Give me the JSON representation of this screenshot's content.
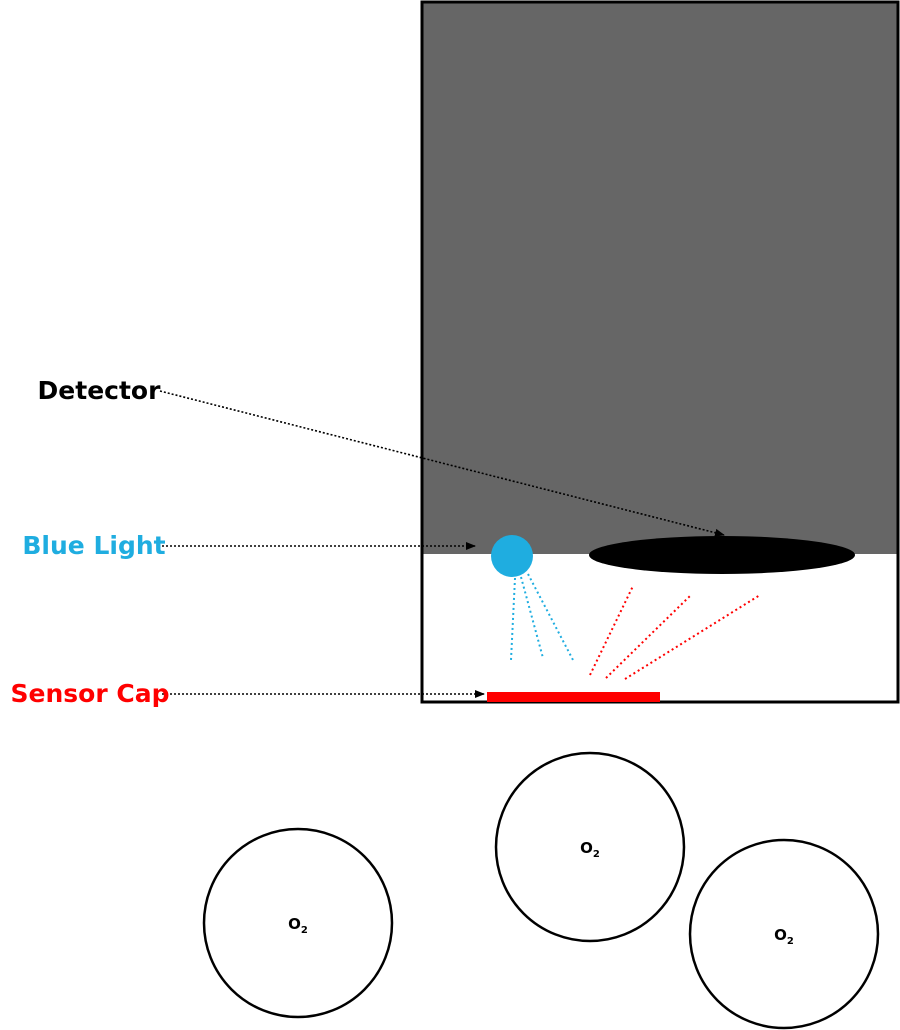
{
  "labels": {
    "detector": "Detector",
    "blue_light": "Blue Light",
    "sensor_cap": "Sensor Cap"
  },
  "molecules": [
    {
      "symbol": "O",
      "subscript": "2"
    },
    {
      "symbol": "O",
      "subscript": "2"
    },
    {
      "symbol": "O",
      "subscript": "2"
    }
  ],
  "colors": {
    "housing": "#666666",
    "chamber": "#ffffff",
    "outline": "#000000",
    "detector": "#000000",
    "blue_light": "#1fade0",
    "sensor_cap": "#ff0000",
    "detector_label": "#000000",
    "blue_light_label": "#1fade0",
    "sensor_cap_label": "#ff0000",
    "blue_rays": "#1fade0",
    "red_rays": "#ff0000"
  }
}
